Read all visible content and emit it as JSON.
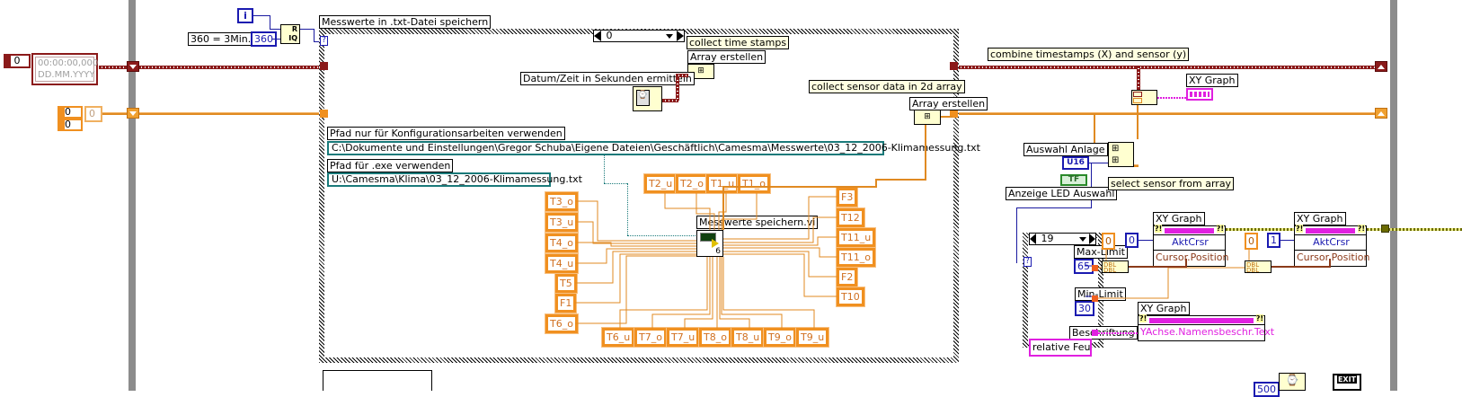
{
  "left_area": {
    "timestamp_index": "0",
    "timestamp_display_line1": "00:00:00,000",
    "timestamp_display_line2": "DD.MM.YYYY",
    "array_index_1": "0",
    "array_index_2": "0",
    "array_value": "0"
  },
  "top_controls": {
    "iteration_terminal": "i",
    "constant_label": "360 = 3Min.",
    "constant_value": "360",
    "quotient_node_top": "R",
    "quotient_node_bottom": "IQ"
  },
  "case_structure": {
    "title": "Messwerte in .txt-Datei speichern",
    "selector_value": "0",
    "selector_terminal": "?",
    "notes": {
      "collect_time_stamps": "collect time stamps",
      "collect_sensor_data": "collect sensor data in 2d array"
    },
    "array_build_1": "Array erstellen",
    "array_build_2": "Array erstellen",
    "datetime_label": "Datum/Zeit in Sekunden ermitteln",
    "path_config_label": "Pfad nur für Konfigurationsarbeiten verwenden",
    "path_config_value": "C:\\Dokumente und Einstellungen\\Gregor Schuba\\Eigene Dateien\\Geschäftlich\\Camesma\\Messwerte\\03_12_2006-Klimamessung.txt",
    "path_exe_label": "Pfad für .exe verwenden",
    "path_exe_value": "U:\\Camesma\\Klima\\03_12_2006-Klimamessung.txt",
    "subvi_label": "Messwerte speichern.vi",
    "subvi_count": "6",
    "terminals_top": [
      "T2_u",
      "T2_o",
      "T1_u",
      "T1_o"
    ],
    "terminals_left": [
      "T3_o",
      "T3_u",
      "T4_o",
      "T4_u",
      "T5",
      "F1",
      "T6_o"
    ],
    "terminals_right": [
      "F3",
      "T12",
      "T11_u",
      "T11_o",
      "F2",
      "T10"
    ],
    "terminals_bottom": [
      "T6_u",
      "T7_o",
      "T7_u",
      "T8_o",
      "T8_u",
      "T9_o",
      "T9_u"
    ]
  },
  "right_area": {
    "combine_note": "combine timestamps (X) and sensor (y)",
    "xy_graph_label": "XY Graph",
    "select_sensor_note": "select sensor from array",
    "auswahl_label": "Auswahl Anlage",
    "auswahl_type": "U16",
    "led_label": "Anzeige LED Auswahl",
    "led_type": "TF",
    "inner_case": {
      "selector_value": "19",
      "selector_terminal": "?",
      "max_label": "Max-Limit",
      "max_value": "65",
      "min_label": "Min-Limit",
      "min_value": "30",
      "caption_label": "Beschriftung",
      "caption_value": "relative Feuchte [%]"
    },
    "bundle_const_1": "0",
    "cursor_index_1": "0",
    "bundle_const_2": "0",
    "cursor_index_2": "1",
    "bundle_type": "DBL",
    "property_nodes": [
      {
        "label": "XY Graph",
        "row1": "AktCrsr",
        "row2": "Cursor.Position"
      },
      {
        "label": "XY Graph",
        "row1": "AktCrsr",
        "row2": "Cursor.Position"
      },
      {
        "label": "XY Graph",
        "row1": "YAchse.Namensbeschr.Text"
      }
    ],
    "wait_value": "500",
    "exit_label": "EXIT"
  }
}
